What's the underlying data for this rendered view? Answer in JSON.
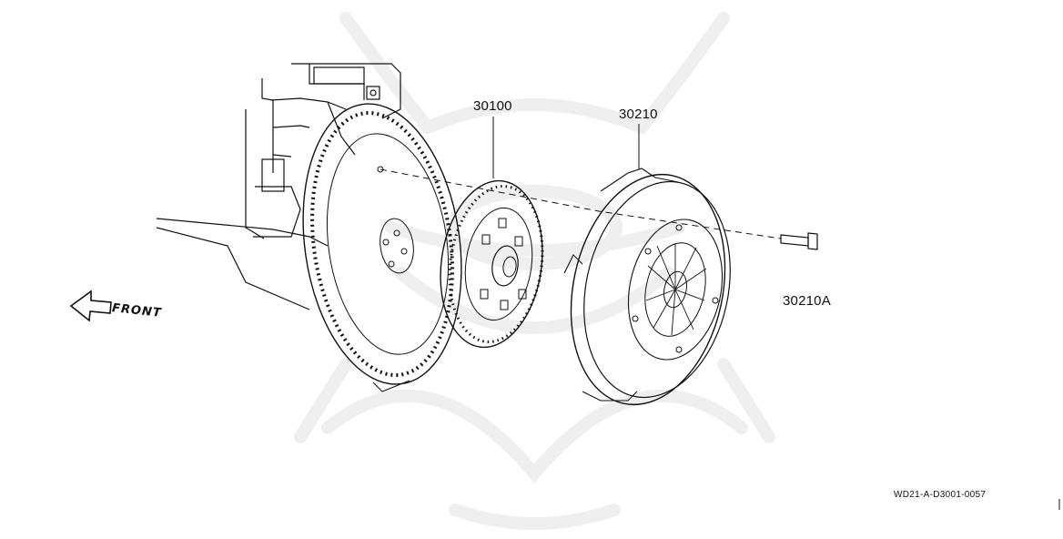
{
  "callouts": {
    "clutch_disc": "30100",
    "pressure_plate": "30210",
    "bolt": "30210A"
  },
  "front_indicator": "FRONT",
  "diagram_code": "WD21-A-D3001-0057",
  "colors": {
    "line": "#111111",
    "watermark": "#efefef",
    "background": "#ffffff"
  }
}
